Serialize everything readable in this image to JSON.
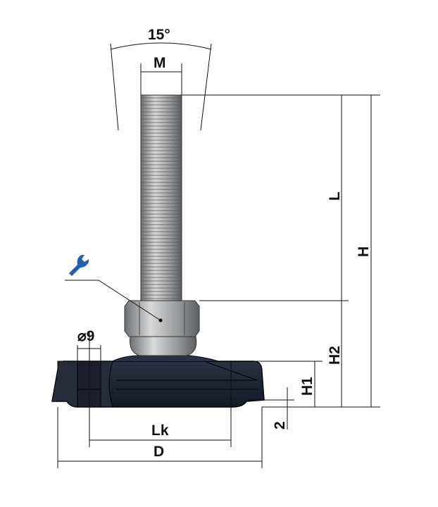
{
  "labels": {
    "angle": "15°",
    "thread": "M",
    "thread_length": "L",
    "total_height": "H",
    "height_h2": "H2",
    "height_h1": "H1",
    "clearance": "2",
    "hole_diameter": "⌀9",
    "hole_spacing": "Lk",
    "base_diameter": "D"
  },
  "icons": {
    "wrench": "wrench-icon"
  },
  "colors": {
    "wrench": "#1f5fb5",
    "base": "#1c2231",
    "steel": "#a9abad"
  }
}
